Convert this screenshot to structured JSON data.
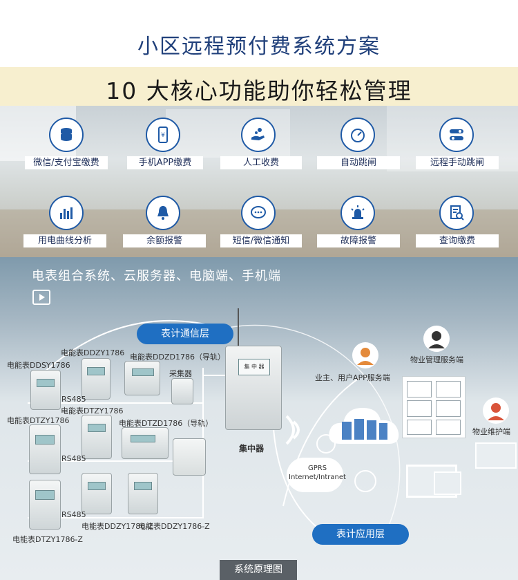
{
  "title": "小区远程预付费系统方案",
  "banner": "10 大核心功能助你轻松管理",
  "features": [
    {
      "label": "微信/支付宝缴费",
      "icon": "coin-stack-icon"
    },
    {
      "label": "手机APP缴费",
      "icon": "phone-yen-icon"
    },
    {
      "label": "人工收费",
      "icon": "hand-coins-icon"
    },
    {
      "label": "自动跳闸",
      "icon": "gauge-icon"
    },
    {
      "label": "远程手动跳闸",
      "icon": "toggle-switch-icon"
    },
    {
      "label": "用电曲线分析",
      "icon": "bar-chart-icon"
    },
    {
      "label": "余额报警",
      "icon": "bell-icon"
    },
    {
      "label": "短信/微信通知",
      "icon": "chat-bubble-icon"
    },
    {
      "label": "故障报警",
      "icon": "alarm-light-icon"
    },
    {
      "label": "查询缴费",
      "icon": "document-search-icon"
    }
  ],
  "diagram": {
    "subtitle": "电表组合系统、云服务器、电脑端、手机端",
    "comm_layer": "表计通信层",
    "app_layer": "表计应用层",
    "concentrator": "集中器",
    "concentrator_screen": "集 中 器",
    "collector": "采集器",
    "rs485": "RS485",
    "gprs": "GPRS",
    "internet": "Internet/Intranet",
    "meters": [
      "电能表DDSY1786",
      "电能表DDZY1786",
      "电能表DDZD1786（导轨）",
      "电能表DTZY1786",
      "电能表DTZY1786",
      "电能表DTZD1786（导轨）",
      "电能表DTZY1786-Z",
      "电能表DDZY1786-Z",
      "电能表DDZY1786-Z"
    ],
    "user_app": "业主、用户APP服务端",
    "property_mgmt": "物业管理服务端",
    "property_maint": "物业维护端",
    "caption": "系统原理图"
  },
  "colors": {
    "title": "#1f3f7a",
    "accent": "#1f6fc2",
    "banner_bg": "#f7efcf"
  }
}
